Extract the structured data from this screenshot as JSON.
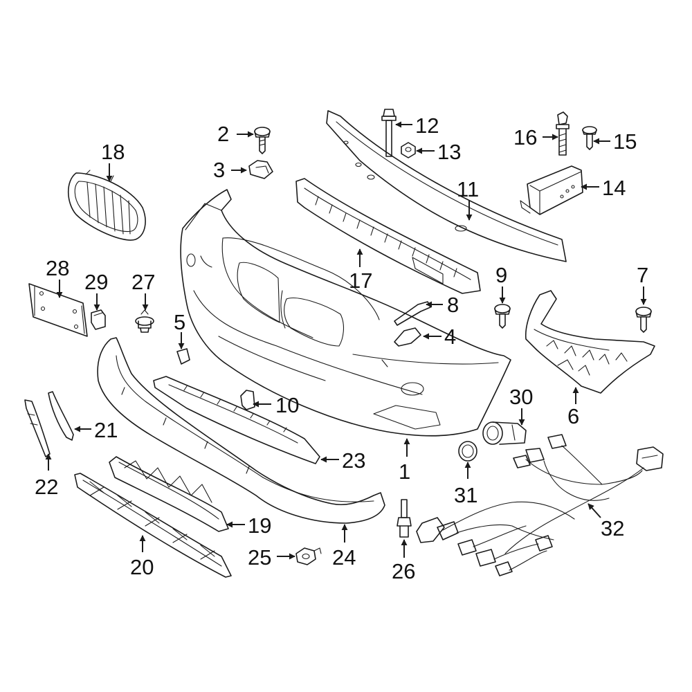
{
  "colors": {
    "line": "#1a1a1a",
    "highlight": "#2a4a9c",
    "background": "#ffffff"
  },
  "highlighted_part": "12",
  "callouts": {
    "c1": "1",
    "c2": "2",
    "c3": "3",
    "c4": "4",
    "c5": "5",
    "c6": "6",
    "c7": "7",
    "c8": "8",
    "c9": "9",
    "c10": "10",
    "c11": "11",
    "c12": "12",
    "c13": "13",
    "c14": "14",
    "c15": "15",
    "c16": "16",
    "c17": "17",
    "c18": "18",
    "c19": "19",
    "c20": "20",
    "c21": "21",
    "c22": "22",
    "c23": "23",
    "c24": "24",
    "c25": "25",
    "c26": "26",
    "c27": "27",
    "c28": "28",
    "c29": "29",
    "c30": "30",
    "c31": "31",
    "c32": "32"
  }
}
